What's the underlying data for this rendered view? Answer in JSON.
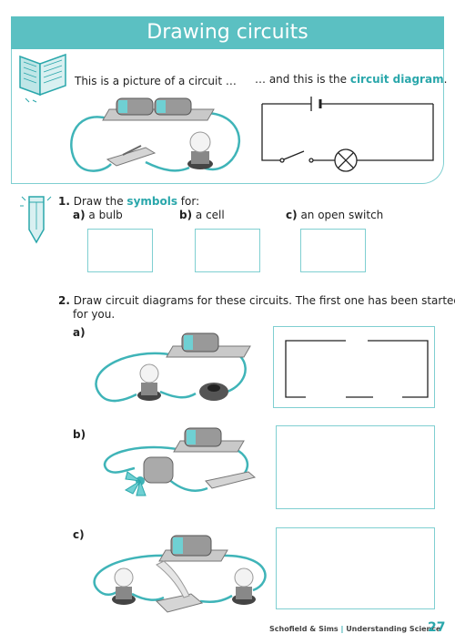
{
  "page": {
    "title": "Drawing circuits",
    "intro_left": "This is a picture of a circuit …",
    "intro_right_prefix": "… and this is the ",
    "intro_right_term": "circuit diagram",
    "intro_right_suffix": "."
  },
  "q1": {
    "number": "1.",
    "text_prefix": "Draw the ",
    "text_term": "symbols",
    "text_suffix": " for:",
    "items": [
      {
        "letter": "a)",
        "label": "a bulb"
      },
      {
        "letter": "b)",
        "label": "a cell"
      },
      {
        "letter": "c)",
        "label": "an open switch"
      }
    ]
  },
  "q2": {
    "number": "2.",
    "line1": "Draw circuit diagrams for these circuits. The first one has been started",
    "line2": "for you.",
    "parts": [
      "a)",
      "b)",
      "c)"
    ]
  },
  "footer": {
    "publisher": "Schofield & Sims",
    "separator": "|",
    "series": "Understanding Science",
    "page_number": "27"
  },
  "colors": {
    "teal": "#5bc0c2",
    "teal_dark": "#2aa7ab",
    "wire": "#3fb4b8"
  },
  "icons": [
    "open-book-icon",
    "pencil-icon"
  ]
}
